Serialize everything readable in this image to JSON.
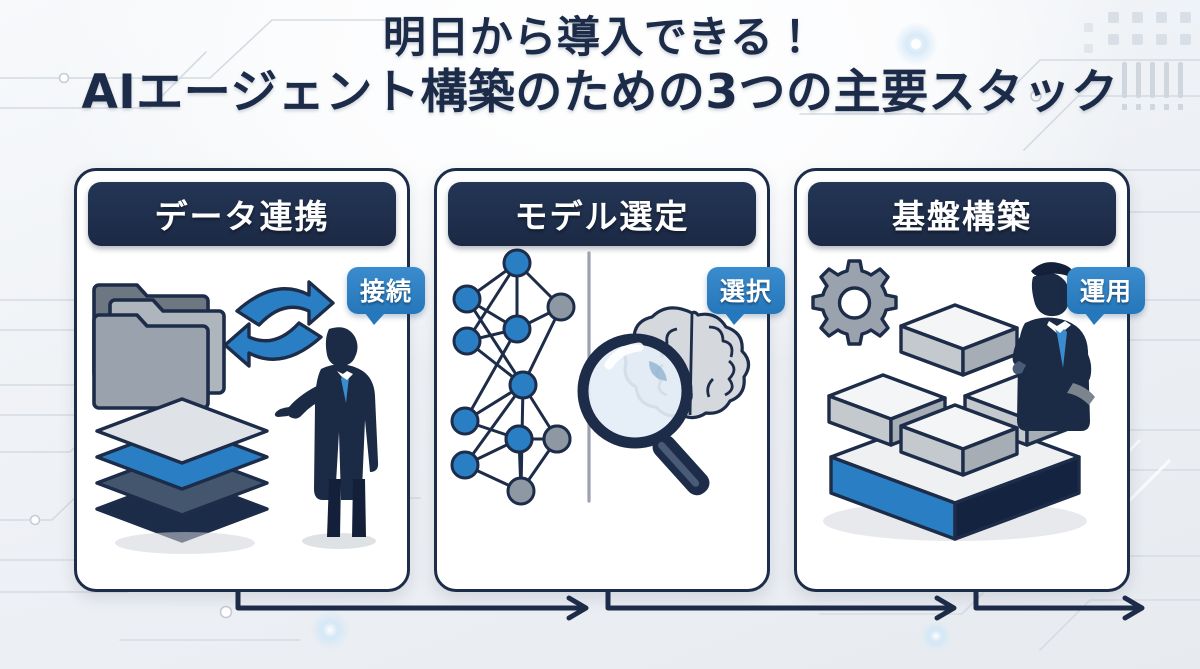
{
  "title": {
    "line1": "明日から導入できる！",
    "line2": "AIエージェント構築のための3つの主要スタック"
  },
  "theme": {
    "navy": "#1d2c49",
    "header_navy": "#22334f",
    "accent_blue": "#2577bb",
    "badge_blue": "#3a8ccd",
    "card_bg": "#ffffff",
    "page_bg": "#eef1f5",
    "gray_block": "#9aa3ad",
    "light_gray": "#c9ced4"
  },
  "cards": [
    {
      "id": "data-integration",
      "header": "データ連携",
      "badge": "接続",
      "icons": [
        "folder-stack-icon",
        "bidirectional-sync-arrows-icon",
        "layered-sheets-icon",
        "businessman-pointing-icon"
      ]
    },
    {
      "id": "model-selection",
      "header": "モデル選定",
      "badge": "選択",
      "icons": [
        "neural-network-icon",
        "vertical-divider-icon",
        "magnifying-glass-icon",
        "brain-icon"
      ]
    },
    {
      "id": "platform-build",
      "header": "基盤構築",
      "badge": "運用",
      "icons": [
        "gear-icon",
        "isometric-blocks-icon",
        "platform-base-icon",
        "businessman-thinking-icon"
      ]
    }
  ],
  "flow": {
    "arrow_count": 3,
    "direction": "left-to-right"
  }
}
